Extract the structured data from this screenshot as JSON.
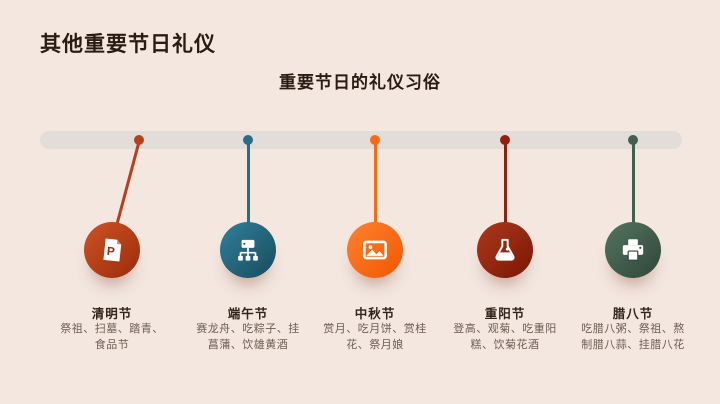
{
  "slide": {
    "title": "其他重要节日礼仪",
    "subtitle": "重要节日的礼仪习俗"
  },
  "colors": {
    "background": "#f3e7e0",
    "heading_text": "#2b1b10",
    "timeline_bar": "#e2ddd8",
    "festival_title_text": "#33241a",
    "description_text": "#6f5c51"
  },
  "timeline": {
    "items": [
      {
        "title": "清明节",
        "description": "祭祖、扫墓、踏青、\n食品节",
        "icon": "powerpoint-file-icon",
        "color": "#b7401c"
      },
      {
        "title": "端午节",
        "description": "赛龙舟、吃粽子、挂\n菖蒲、饮雄黄酒",
        "icon": "org-chart-icon",
        "color": "#266e84"
      },
      {
        "title": "中秋节",
        "description": "赏月、吃月饼、赏桂\n花、祭月娘",
        "icon": "image-icon",
        "color": "#fb6a0f"
      },
      {
        "title": "重阳节",
        "description": "登高、观菊、吃重阳\n糕、饮菊花酒",
        "icon": "flask-icon",
        "color": "#93200c"
      },
      {
        "title": "腊八节",
        "description": "吃腊八粥、祭祖、熬\n制腊八蒜、挂腊八花",
        "icon": "printer-icon",
        "color": "#42604f"
      }
    ]
  }
}
